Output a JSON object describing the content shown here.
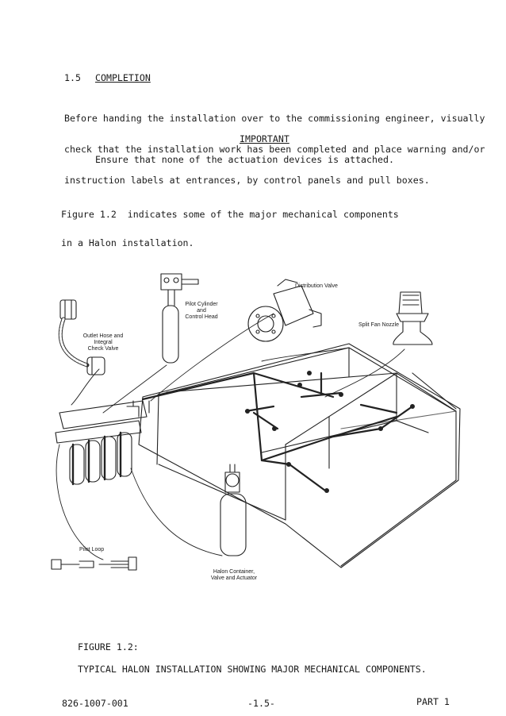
{
  "section": {
    "number": "1.5",
    "heading": "COMPLETION",
    "paragraph_lines": [
      "Before handing the installation over to the commissioning engineer, visually",
      "check that the installation work has been completed and place warning and/or",
      "instruction labels at entrances, by control panels and pull boxes."
    ],
    "important_heading": "IMPORTANT",
    "important_text": "Ensure that none of the actuation devices is attached.",
    "figure_ref_lines": [
      "Figure 1.2  indicates some of the major mechanical components",
      "in a Halon installation."
    ]
  },
  "figure": {
    "labels": {
      "distribution_valve": "Distribution Valve",
      "pilot_cylinder_1": "Pilot Cylinder",
      "pilot_cylinder_2": "and",
      "pilot_cylinder_3": "Control Head",
      "split_fan_nozzle": "Split Fan Nozzle",
      "outlet_hose_1": "Outlet Hose and",
      "outlet_hose_2": "Integral",
      "outlet_hose_3": "Check Valve",
      "pilot_loop": "Pilot Loop",
      "halon_container_1": "Halon Container,",
      "halon_container_2": "Valve and Actuator"
    },
    "caption_number": "FIGURE 1.2:",
    "caption_text": "TYPICAL HALON INSTALLATION SHOWING MAJOR MECHANICAL COMPONENTS."
  },
  "footer": {
    "doc_number": "826-1007-001",
    "page_number": "-1.5-",
    "part": "PART 1"
  }
}
